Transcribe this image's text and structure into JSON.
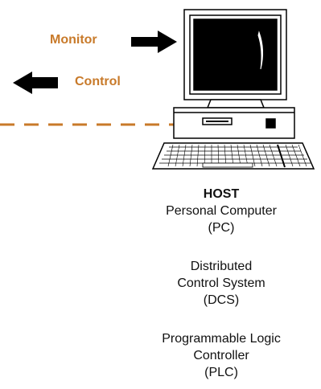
{
  "flow": {
    "monitor_label": "Monitor",
    "control_label": "Control",
    "accent_color": "#c87a2a"
  },
  "host": {
    "title": "HOST",
    "pc": {
      "line1": "Personal Computer",
      "line2": "(PC)"
    },
    "dcs": {
      "line1": "Distributed",
      "line2": "Control System",
      "line3": "(DCS)"
    },
    "plc": {
      "line1": "Programmable Logic",
      "line2": "Controller",
      "line3": "(PLC)"
    }
  },
  "icons": [
    "monitor-arrow-icon",
    "control-arrow-icon",
    "computer-icon",
    "dashed-connection-line"
  ]
}
